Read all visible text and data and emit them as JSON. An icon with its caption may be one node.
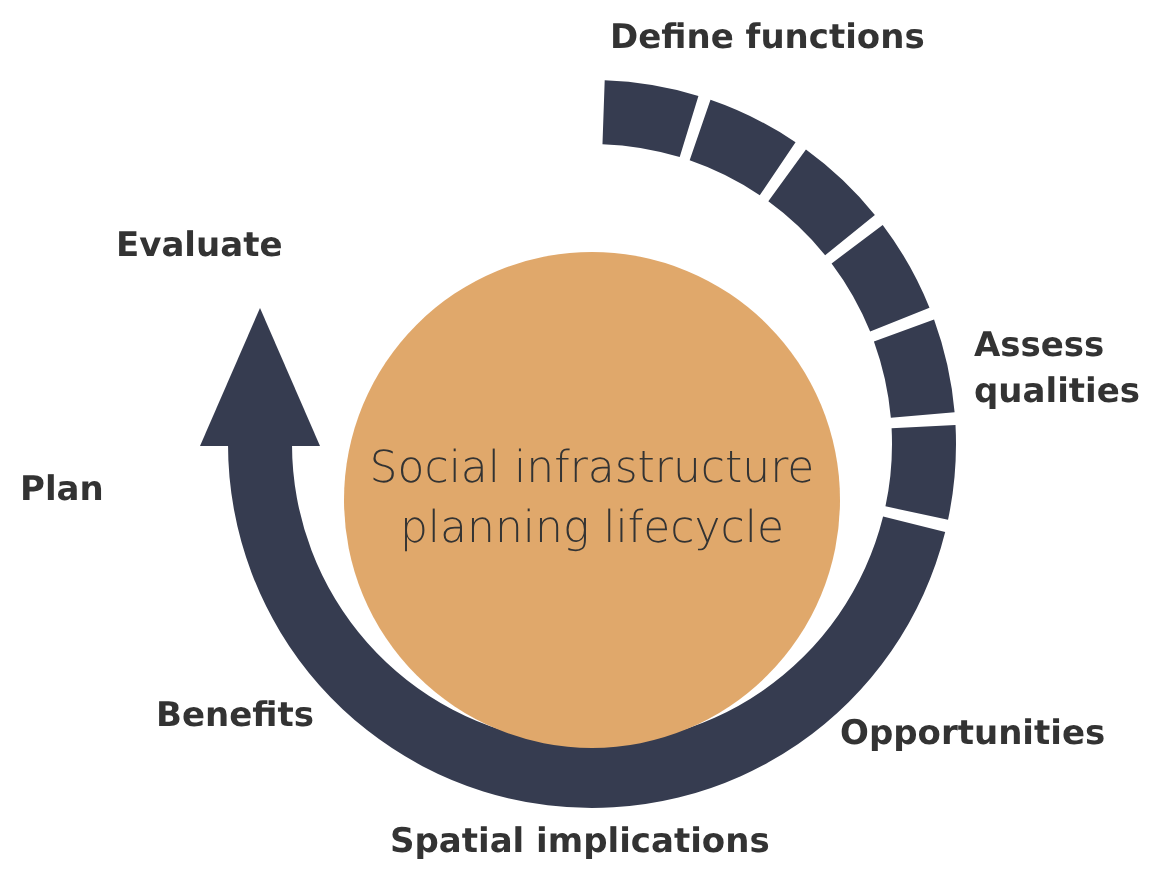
{
  "diagram": {
    "nodes": [
      {
        "text": [
          "Social infrastructure planning lifecycle"
        ]
      }
    ],
    "labels": [
      "Define functions",
      "Evaluate",
      "Assess qualities",
      "Plan",
      "Benefits",
      "Opportunities",
      "Spatial implications"
    ]
  }
}
